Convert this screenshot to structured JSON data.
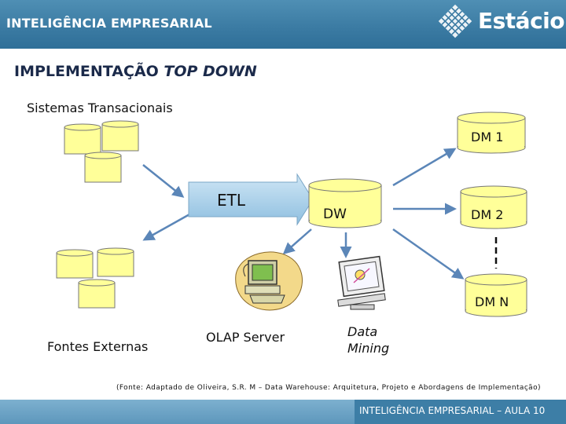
{
  "header": {
    "title": "INTELIGÊNCIA EMPRESARIAL",
    "logo_text": "Estácio"
  },
  "slide": {
    "title_plain": "IMPLEMENTAÇÃO ",
    "title_italic": "TOP DOWN"
  },
  "diagram": {
    "sistemas_label": "Sistemas Transacionais",
    "etl_label": "ETL",
    "dw_label": "DW",
    "dm1_label": "DM 1",
    "dm2_label": "DM 2",
    "dmn_label": "DM  N",
    "fontes_label": "Fontes Externas",
    "olap_label": "OLAP Server",
    "datamining_label": "Data\nMining"
  },
  "note": "(Fonte: Adaptado de Oliveira, S.R. M – Data Warehouse: Arquitetura, Projeto e Abordagens de Implementação)",
  "footer": {
    "text": "INTELIGÊNCIA EMPRESARIAL – AULA  10"
  },
  "colors": {
    "header_blue": "#3a7aa2",
    "cylinder_fill": "#ffff99",
    "arrow_blue": "#5b86b8"
  }
}
